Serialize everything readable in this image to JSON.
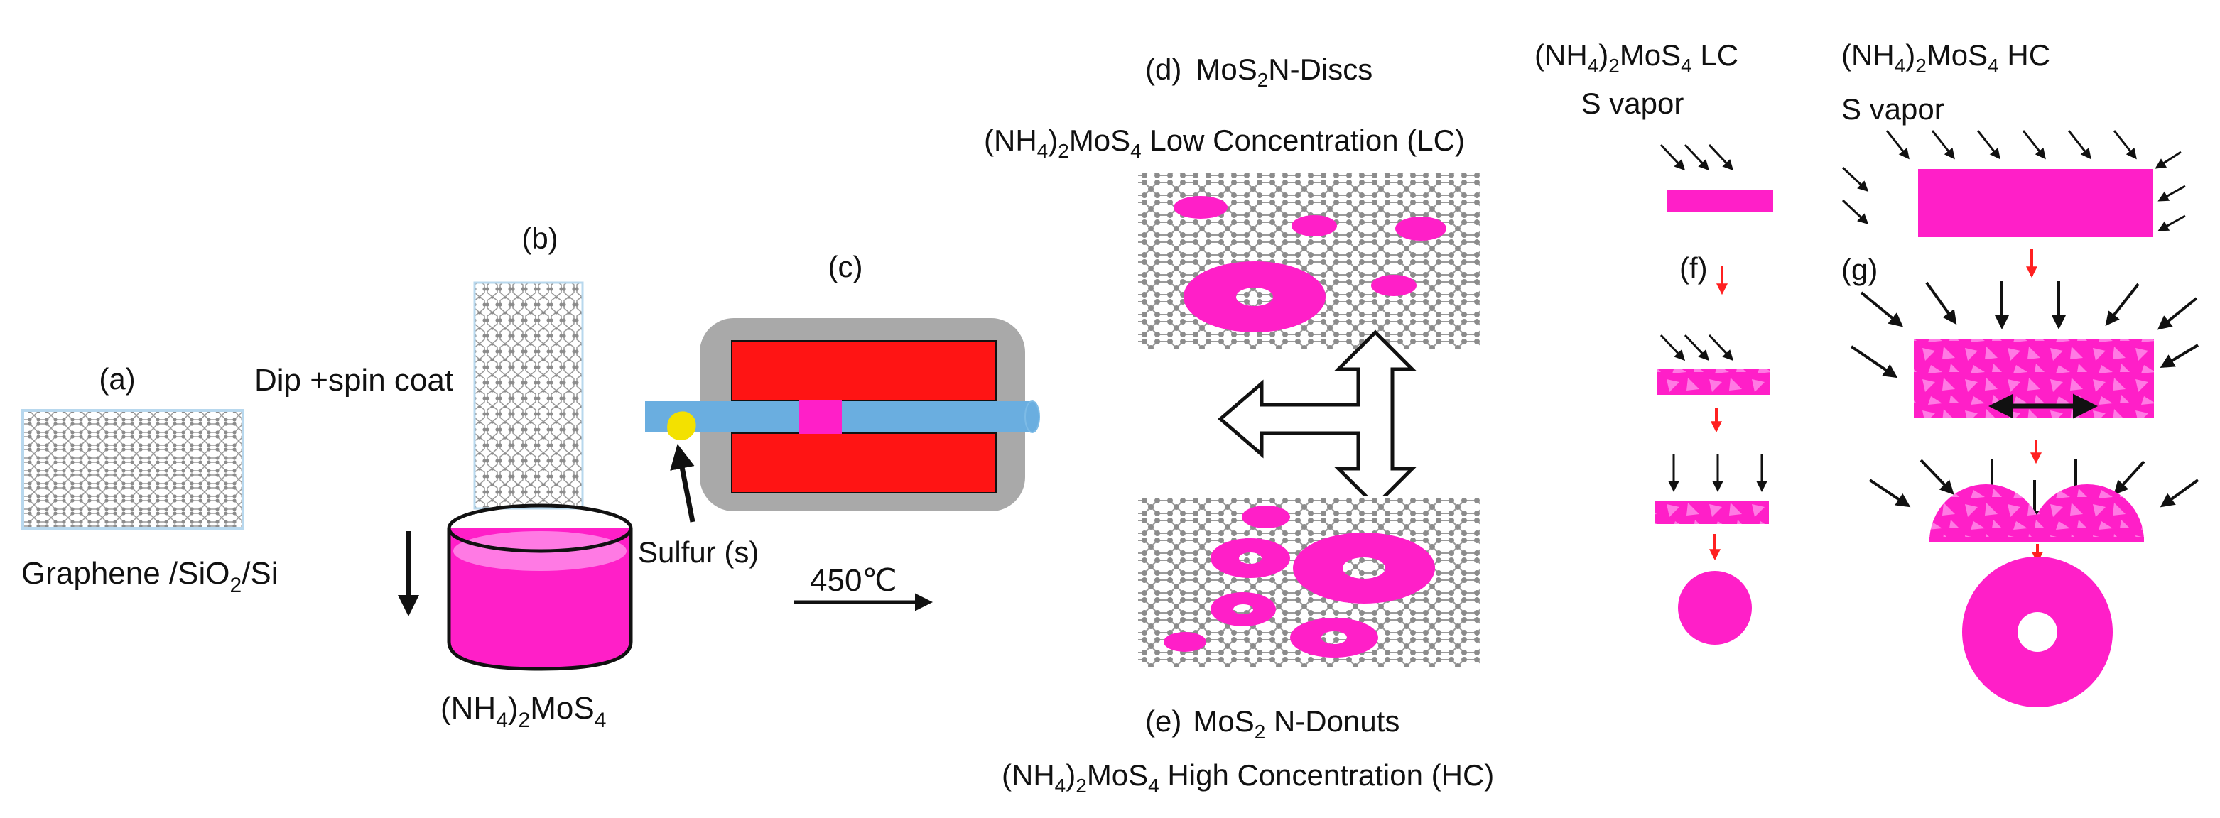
{
  "colors": {
    "magenta": "#ff1fc8",
    "magenta_light": "#ff7ae4",
    "furnace_gray": "#a9a9a9",
    "heater_red": "#ff1414",
    "tube_blue": "#6aaee0",
    "sulfur_yellow": "#f3e100",
    "lattice_gray": "#8c8c8c",
    "red_arrow": "#ff2020"
  },
  "panels": {
    "a": {
      "label": "(a)",
      "caption": {
        "pre": "Graphene /SiO",
        "sub": "2",
        "post": "/Si"
      }
    },
    "b": {
      "label": "(b)",
      "step": "Dip +spin coat",
      "precursor": {
        "p1": "(NH",
        "s1": "4",
        "p2": ")",
        "s2": "2",
        "p3": "MoS",
        "s3": "4"
      }
    },
    "c": {
      "label": "(c)",
      "sulfur": "Sulfur (s)",
      "temperature": "450℃"
    },
    "d": {
      "label": "(d)",
      "title": {
        "pre": "MoS",
        "sub": "2",
        "post": "N-Discs"
      },
      "subtitle": {
        "p1": "(NH",
        "s1": "4",
        "p2": ")",
        "s2": "2",
        "p3": "MoS",
        "s3": "4",
        "post": " Low Concentration (LC)"
      }
    },
    "e": {
      "label": "(e)",
      "title": {
        "pre": "MoS",
        "sub": "2",
        "post": " N-Donuts"
      },
      "subtitle": {
        "p1": "(NH",
        "s1": "4",
        "p2": ")",
        "s2": "2",
        "p3": "MoS",
        "s3": "4",
        "post": " High Concentration (HC)"
      }
    },
    "f": {
      "label": "(f)",
      "header": {
        "p1": "(NH",
        "s1": "4",
        "p2": ")",
        "s2": "2",
        "p3": "MoS",
        "s3": "4",
        "post": " LC"
      },
      "vapor": "S vapor"
    },
    "g": {
      "label": "(g)",
      "header": {
        "p1": "(NH",
        "s1": "4",
        "p2": ")",
        "s2": "2",
        "p3": "MoS",
        "s3": "4",
        "post": " HC"
      },
      "vapor": "S vapor"
    }
  }
}
